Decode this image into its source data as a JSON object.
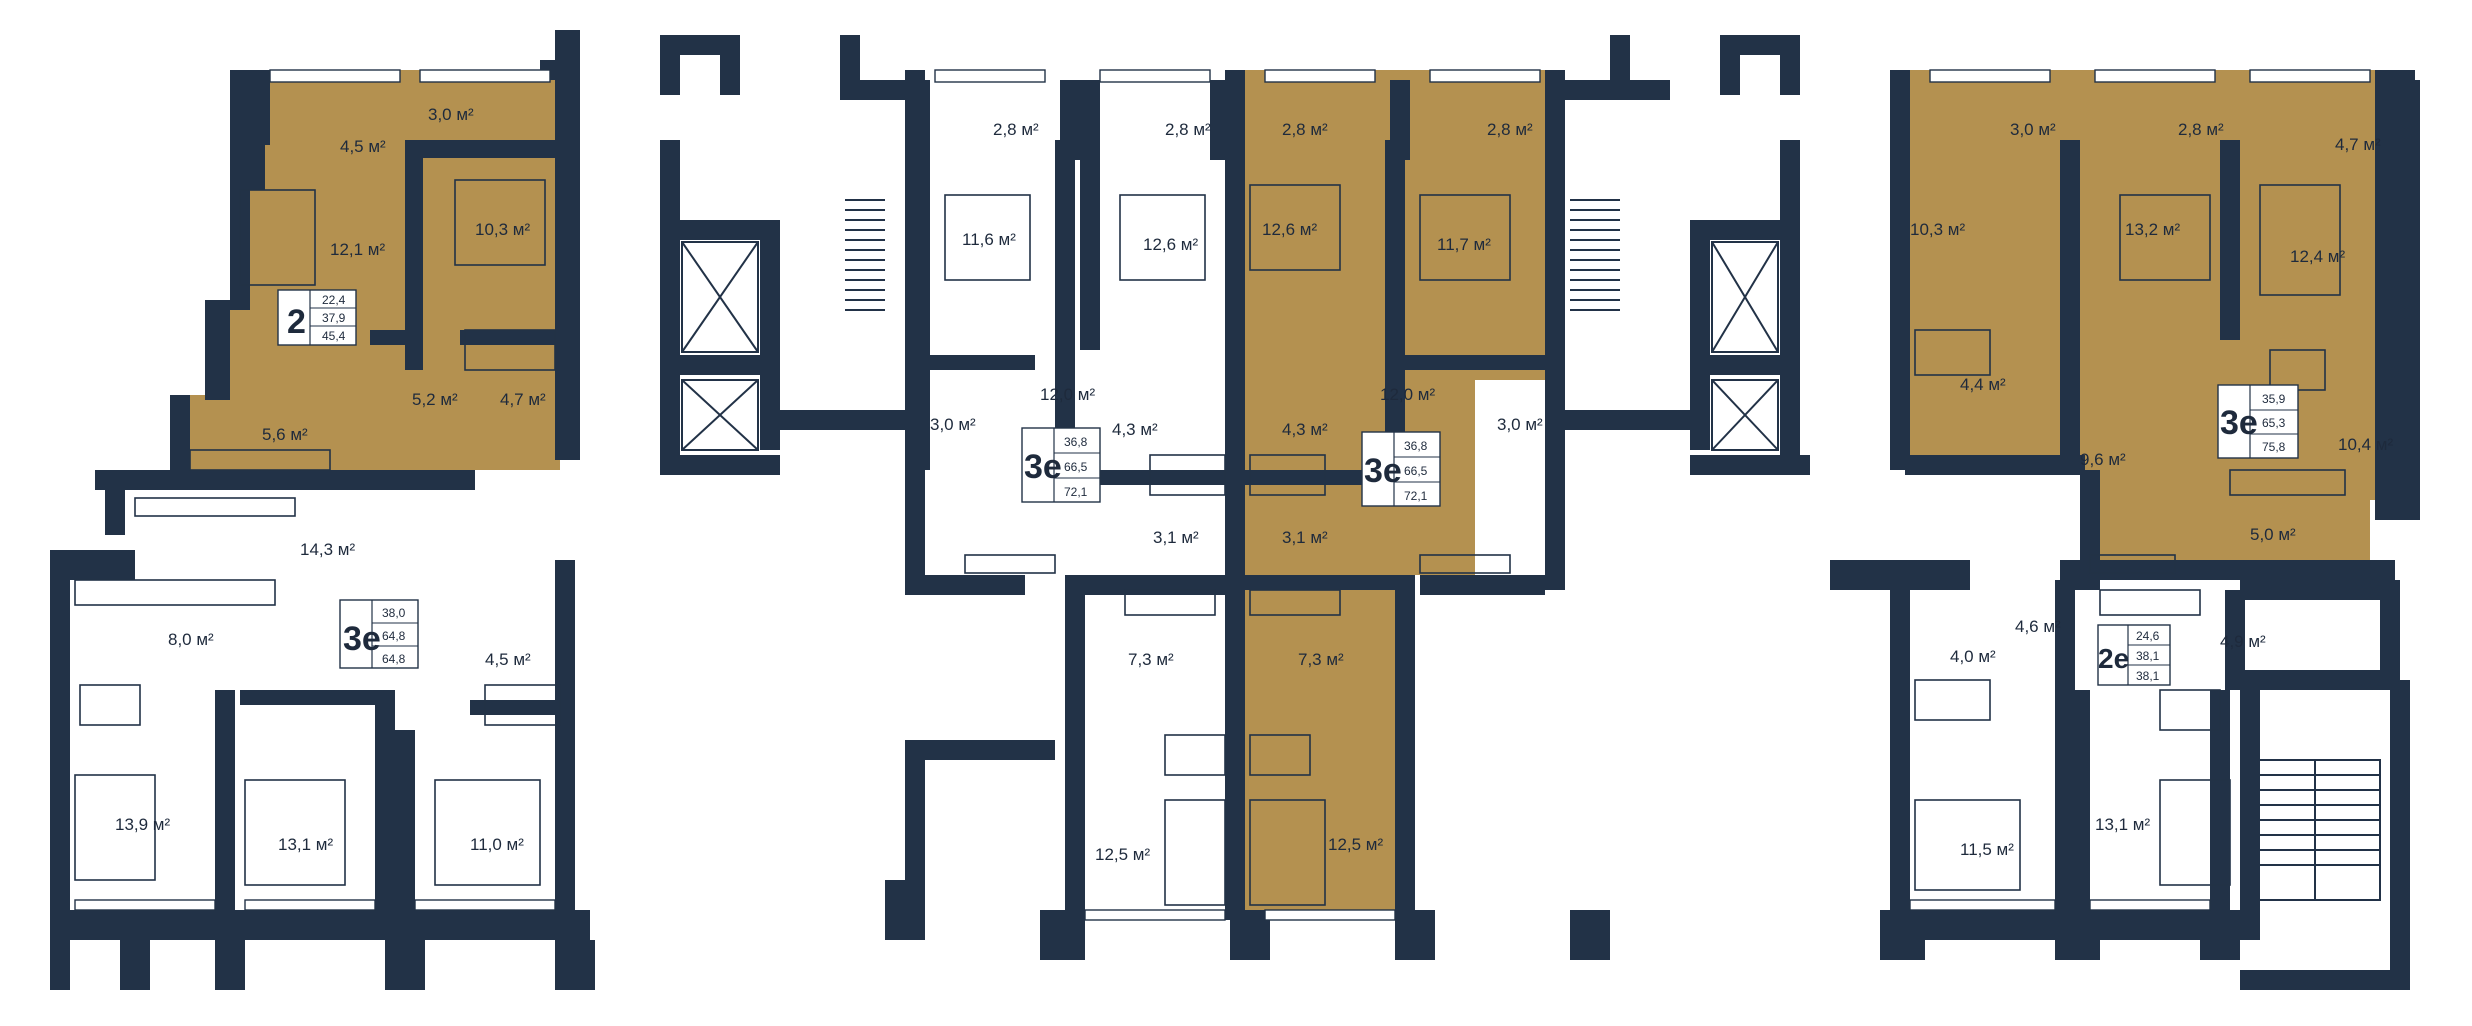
{
  "colors": {
    "wall": "#223247",
    "highlight": "#b49150",
    "background": "#ffffff"
  },
  "apartments": [
    {
      "type": "2",
      "areas": [
        "22,4",
        "37,9",
        "45,4"
      ]
    },
    {
      "type": "3е",
      "areas": [
        "38,0",
        "64,8",
        "64,8"
      ]
    },
    {
      "type": "3е",
      "areas": [
        "36,8",
        "66,5",
        "72,1"
      ]
    },
    {
      "type": "3е",
      "areas": [
        "36,8",
        "66,5",
        "72,1"
      ]
    },
    {
      "type": "3е",
      "areas": [
        "35,9",
        "65,3",
        "75,8"
      ]
    },
    {
      "type": "2е",
      "areas": [
        "24,6",
        "38,1",
        "38,1"
      ]
    }
  ],
  "room_areas": [
    "4,5 м²",
    "3,0 м²",
    "12,1 м²",
    "10,3 м²",
    "5,2 м²",
    "4,7 м²",
    "5,6 м²",
    "14,3 м²",
    "8,0 м²",
    "4,5 м²",
    "13,9 м²",
    "13,1 м²",
    "11,0 м²",
    "2,8 м²",
    "11,6 м²",
    "12,0 м²",
    "3,0 м²",
    "2,8 м²",
    "12,6 м²",
    "4,3 м²",
    "3,1 м²",
    "7,3 м²",
    "12,5 м²",
    "2,8 м²",
    "12,6 м²",
    "4,3 м²",
    "3,1 м²",
    "7,3 м²",
    "12,5 м²",
    "2,8 м²",
    "11,7 м²",
    "12,0 м²",
    "3,0 м²",
    "3,0 м²",
    "2,8 м²",
    "4,7 м²",
    "10,3 м²",
    "13,2 м²",
    "12,4 м²",
    "4,4 м²",
    "9,6 м²",
    "10,4 м²",
    "5,0 м²",
    "4,0 м²",
    "4,6 м²",
    "4,9 м²",
    "11,5 м²",
    "13,1 м²"
  ]
}
